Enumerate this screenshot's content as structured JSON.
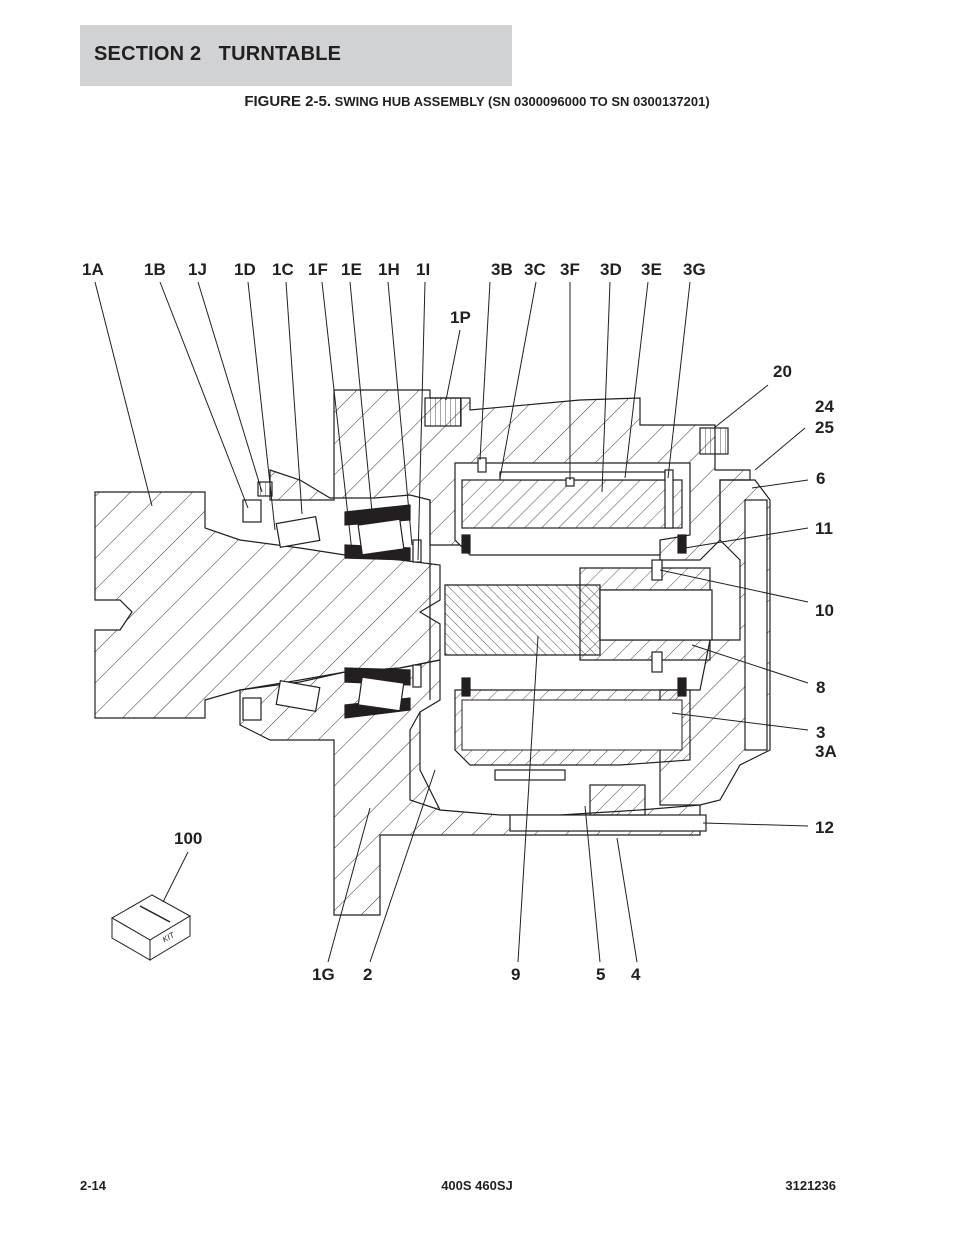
{
  "header": {
    "section": "SECTION 2   TURNTABLE",
    "figure_number": "FIGURE 2-5.",
    "figure_title": " SWING HUB ASSEMBLY (SN 0300096000 TO SN 0300137201)"
  },
  "callouts": {
    "c1A": "1A",
    "c1B": "1B",
    "c1J": "1J",
    "c1D": "1D",
    "c1C": "1C",
    "c1F": "1F",
    "c1E": "1E",
    "c1H": "1H",
    "c1I": "1I",
    "c3B": "3B",
    "c3C": "3C",
    "c3F": "3F",
    "c3D": "3D",
    "c3E": "3E",
    "c3G": "3G",
    "c1P": "1P",
    "c20": "20",
    "c24": "24",
    "c25": "25",
    "c6": "6",
    "c11": "11",
    "c10": "10",
    "c8": "8",
    "c3": "3",
    "c3A": "3A",
    "c12": "12",
    "c100": "100",
    "c1G": "1G",
    "c2": "2",
    "c9": "9",
    "c5": "5",
    "c4": "4"
  },
  "kit_label": "KIT",
  "footer": {
    "page": "2-14",
    "model": "400S 460SJ",
    "doc_number": "3121236"
  }
}
